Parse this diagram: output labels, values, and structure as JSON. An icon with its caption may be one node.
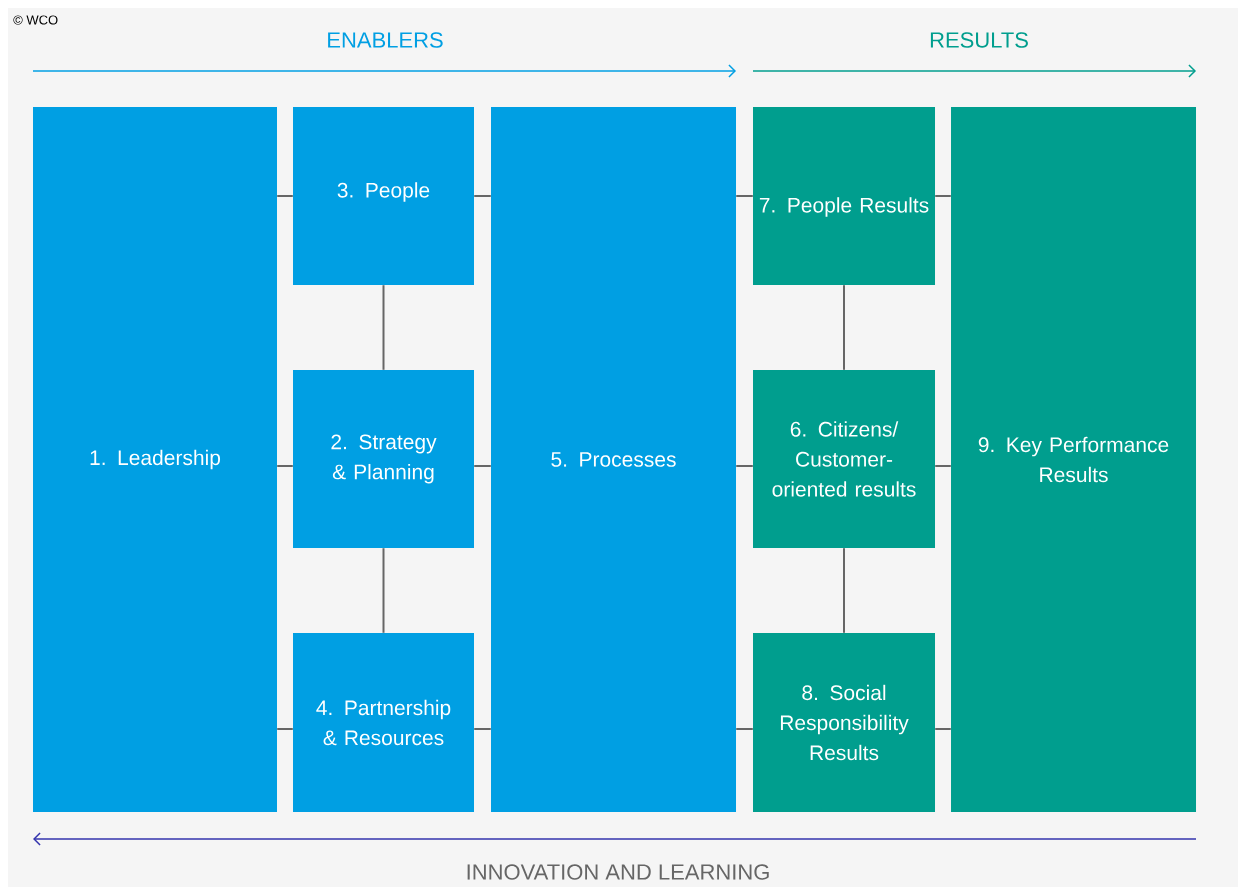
{
  "diagram": {
    "nodes": [
      {
        "text": [
          "1. Leadership"
        ]
      },
      {
        "text": [
          "3. People"
        ]
      },
      {
        "text": [
          "2. Strategy & Planning"
        ]
      },
      {
        "text": [
          "4. Partnership & Resources"
        ]
      },
      {
        "text": [
          "5. Processes"
        ]
      },
      {
        "text": [
          "7. People Results"
        ]
      },
      {
        "text": [
          "6. Citizens/ Customer-oriented results"
        ]
      },
      {
        "text": [
          "8. Social Responsibility Results"
        ]
      },
      {
        "text": [
          "9. Key Performance Results"
        ]
      }
    ],
    "edges": [
      {
        "from": 0,
        "to": 1,
        "arrow": "none"
      },
      {
        "from": 1,
        "to": 4,
        "arrow": "none"
      },
      {
        "from": 4,
        "to": 5,
        "arrow": "none"
      },
      {
        "from": 5,
        "to": 8,
        "arrow": "none"
      },
      {
        "from": 1,
        "to": 2,
        "arrow": "none"
      },
      {
        "from": 5,
        "to": 6,
        "arrow": "none"
      },
      {
        "from": 0,
        "to": 2,
        "arrow": "none"
      },
      {
        "from": 2,
        "to": 4,
        "arrow": "none"
      },
      {
        "from": 4,
        "to": 6,
        "arrow": "none"
      },
      {
        "from": 6,
        "to": 8,
        "arrow": "none"
      },
      {
        "from": 2,
        "to": 3,
        "arrow": "none"
      },
      {
        "from": 6,
        "to": 7,
        "arrow": "none"
      },
      {
        "from": 0,
        "to": 3,
        "arrow": "none"
      },
      {
        "from": 3,
        "to": 4,
        "arrow": "none"
      },
      {
        "from": 4,
        "to": 7,
        "arrow": "none"
      },
      {
        "from": 7,
        "to": 8,
        "arrow": "none"
      }
    ],
    "labels": [
      "© WCO",
      "ENABLERS",
      "RESULTS",
      "INNOVATION AND LEARNING"
    ]
  }
}
